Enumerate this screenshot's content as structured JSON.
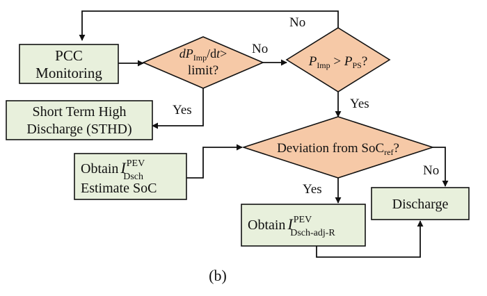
{
  "diagram": {
    "nodes": {
      "pcc": {
        "line1": "PCC",
        "line2": "Monitoring"
      },
      "decision_rate": {
        "base": "dP",
        "sub": "Imp",
        "slash": "/d",
        "t": "t",
        "gt": ">",
        "line2": "limit?"
      },
      "decision_power": {
        "p1": "P",
        "sub1": "Imp",
        "op": " > ",
        "p2": "P",
        "sub2": "PS",
        "q": "?"
      },
      "stdh": {
        "line1": "Short Term High",
        "line2": "Discharge (STHD)"
      },
      "deviation": {
        "text": "Deviation from SoC",
        "sub": "ref",
        "q": "?"
      },
      "obtain_dsch": {
        "prefix": "Obtain",
        "I": "I",
        "sup": "PEV",
        "sub": "Dsch",
        "line2": "Estimate SoC"
      },
      "obtain_adj": {
        "prefix": "Obtain",
        "I": "I",
        "sup": "PEV",
        "sub": "Dsch-adj-R"
      },
      "discharge": {
        "label": "Discharge"
      }
    },
    "edge_labels": {
      "no_top": "No",
      "no_rate": "No",
      "yes_rate": "Yes",
      "yes_power": "Yes",
      "no_dev": "No",
      "yes_dev": "Yes"
    },
    "caption": "(b)",
    "colors": {
      "process_fill": "#e8f0dc",
      "decision_fill": "#f6c9a7",
      "stroke": "#111111"
    }
  }
}
